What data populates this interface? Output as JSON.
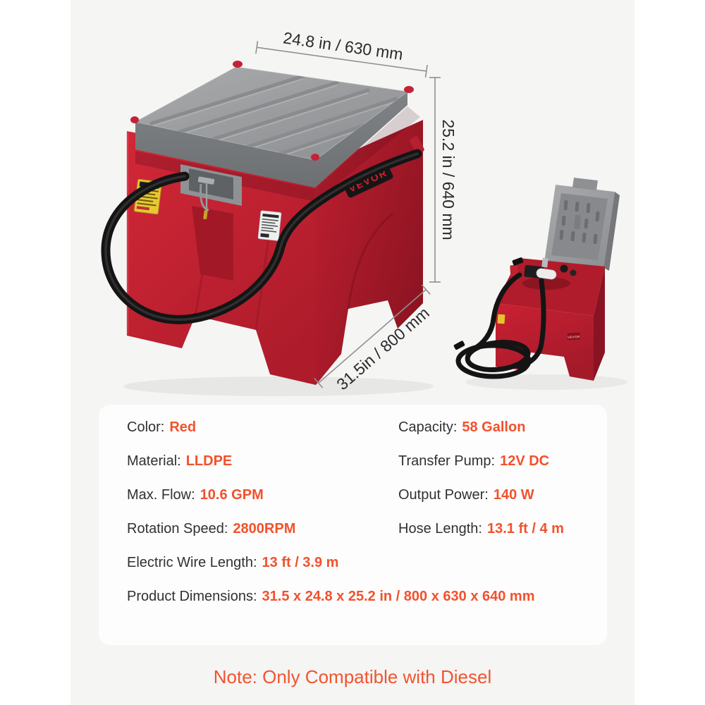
{
  "page": {
    "background": "#ffffff",
    "canvas_background": "#f5f5f4",
    "card_background": "#fdfdfd"
  },
  "colors": {
    "accent": "#f2512d",
    "label_text": "#313133",
    "dimension_text": "#2b2b2d",
    "tank_red": "#c92133",
    "lid_gray": "#9b9da0",
    "hose_black": "#141414"
  },
  "brand": {
    "name": "VEVOR"
  },
  "annotations": {
    "width": "24.8 in / 630 mm",
    "height": "25.2 in / 640 mm",
    "depth": "31.5in / 800 mm"
  },
  "specs": {
    "left": [
      {
        "label": "Color:",
        "value": "Red"
      },
      {
        "label": "Material:",
        "value": "LLDPE"
      },
      {
        "label": "Max. Flow:",
        "value": "10.6 GPM"
      },
      {
        "label": "Rotation Speed:",
        "value": "2800RPM"
      },
      {
        "label": "Electric Wire Length:",
        "value": "13 ft / 3.9 m"
      },
      {
        "label": "Product Dimensions:",
        "value": "31.5 x 24.8 x 25.2 in / 800 x 630 x 640 mm"
      }
    ],
    "right": [
      {
        "label": "Capacity:",
        "value": "58 Gallon"
      },
      {
        "label": "Transfer Pump:",
        "value": "12V DC"
      },
      {
        "label": "Output Power:",
        "value": "140 W"
      },
      {
        "label": "Hose Length:",
        "value": "13.1 ft / 4 m"
      }
    ]
  },
  "note": {
    "text": "Note: Only Compatible with Diesel"
  }
}
